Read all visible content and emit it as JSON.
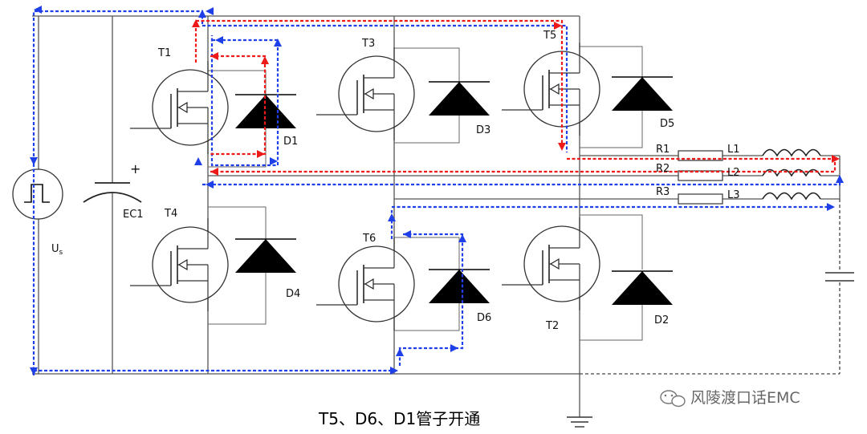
{
  "labels": {
    "T1": "T1",
    "T2": "T2",
    "T3": "T3",
    "T4": "T4",
    "T5": "T5",
    "T6": "T6",
    "D1": "D1",
    "D2": "D2",
    "D3": "D3",
    "D4": "D4",
    "D5": "D5",
    "D6": "D6",
    "R1": "R1",
    "R2": "R2",
    "R3": "R3",
    "L1": "L1",
    "L2": "L2",
    "L3": "L3",
    "EC1": "EC1",
    "plus": "+",
    "Us": "U",
    "Us_sub": "s"
  },
  "caption": "T5、D6、D1管子开通",
  "watermark": "风陵渡口话EMC",
  "colors": {
    "current_path_a": "#1f3fe8",
    "current_path_b": "#ee1a1a",
    "component": "#000000",
    "wire": "#555555"
  }
}
